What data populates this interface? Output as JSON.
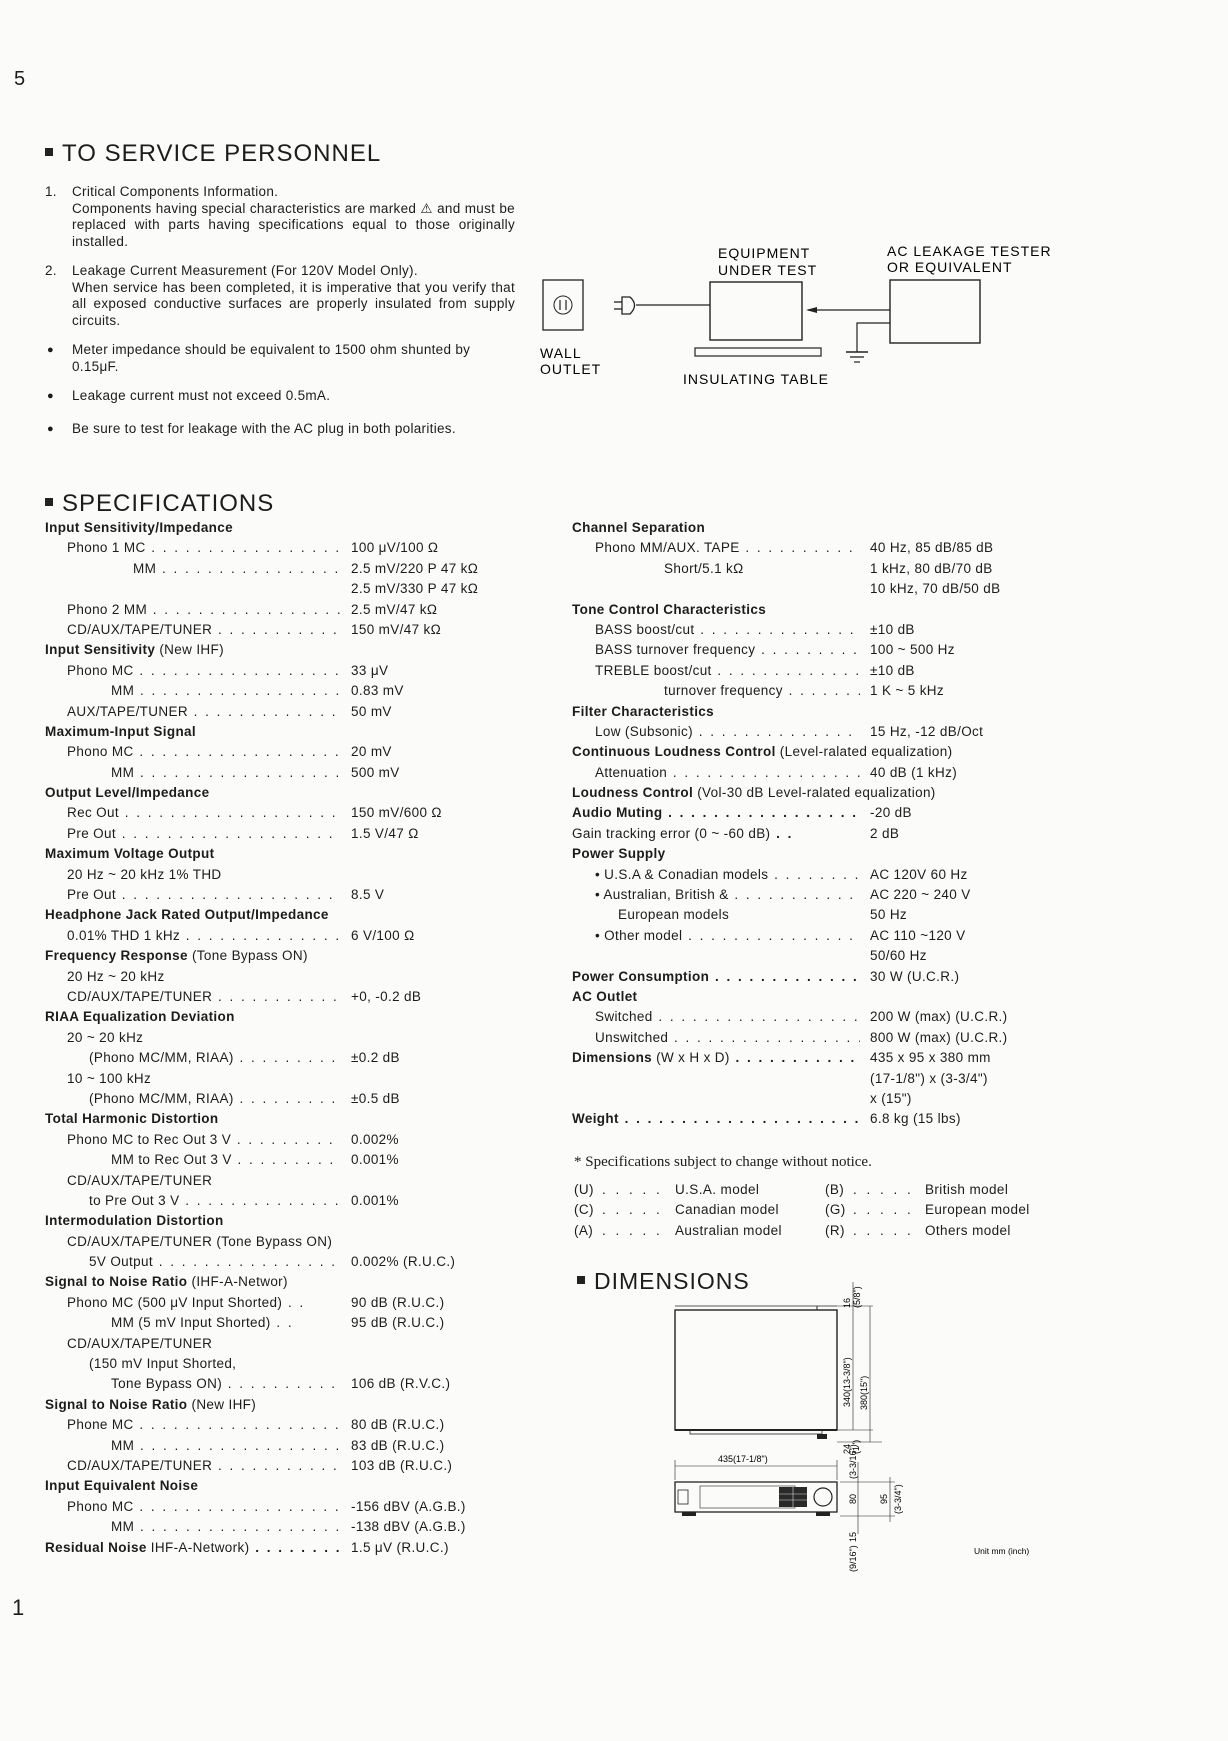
{
  "page_number_top": "5",
  "page_number_bottom": "1",
  "service": {
    "heading": "TO SERVICE PERSONNEL",
    "items": [
      {
        "marker": "1.",
        "text": "Critical Components Information.",
        "text2": "Components having special characteristics are marked ⚠ and must be replaced with parts having specifications equal to those originally installed."
      },
      {
        "marker": "2.",
        "text": "Leakage Current Measurement (For 120V Model Only).",
        "text2": "When service has been completed, it is imperative that you verify that all exposed conductive surfaces are properly insulated from supply circuits."
      },
      {
        "marker": "●",
        "text": "Meter impedance should be equivalent to 1500 ohm shunted by 0.15μF.",
        "text2": ""
      },
      {
        "marker": "●",
        "text": "Leakage current must not exceed 0.5mA.",
        "text2": ""
      },
      {
        "marker": "●",
        "text": "Be sure to test for leakage with the AC plug in both polarities.",
        "text2": ""
      }
    ]
  },
  "leak_diagram": {
    "equipment_line1": "EQUIPMENT",
    "equipment_line2": "UNDER TEST",
    "tester_line1": "AC LEAKAGE TESTER",
    "tester_line2": "OR EQUIVALENT",
    "wall_line1": "WALL",
    "wall_line2": "OUTLET",
    "table_label": "INSULATING TABLE"
  },
  "specs": {
    "heading": "SPECIFICATIONS",
    "left": [
      {
        "h": "Input Sensitivity/Impedance"
      },
      {
        "i": 1,
        "l": "Phono 1 MC",
        "v": "100 μV/100 Ω"
      },
      {
        "i": 4,
        "l": "MM",
        "v": "2.5 mV/220 P 47 kΩ"
      },
      {
        "i": 0,
        "l": "",
        "v": "2.5 mV/330 P 47 kΩ",
        "nodots": true
      },
      {
        "i": 1,
        "l": "Phono 2 MM",
        "v": "2.5 mV/47 kΩ"
      },
      {
        "i": 1,
        "l": "CD/AUX/TAPE/TUNER",
        "v": "150 mV/47 kΩ"
      },
      {
        "h": "Input Sensitivity",
        "hn": " (New IHF)"
      },
      {
        "i": 1,
        "l": "Phono MC",
        "v": "33 μV"
      },
      {
        "i": 3,
        "l": "MM",
        "v": "0.83 mV"
      },
      {
        "i": 1,
        "l": "AUX/TAPE/TUNER",
        "v": "50 mV"
      },
      {
        "h": "Maximum-Input Signal"
      },
      {
        "i": 1,
        "l": "Phono MC",
        "v": "20 mV"
      },
      {
        "i": 3,
        "l": "MM",
        "v": "500 mV"
      },
      {
        "h": "Output Level/Impedance"
      },
      {
        "i": 1,
        "l": "Rec Out",
        "v": "150 mV/600 Ω"
      },
      {
        "i": 1,
        "l": "Pre Out",
        "v": "1.5 V/47 Ω"
      },
      {
        "h": "Maximum Voltage Output"
      },
      {
        "i": 1,
        "l": "20 Hz ~ 20 kHz 1% THD",
        "v": "",
        "nodots": true
      },
      {
        "i": 1,
        "l": "Pre Out",
        "v": "8.5 V"
      },
      {
        "h": "Headphone Jack Rated Output/Impedance"
      },
      {
        "i": 1,
        "l": "0.01% THD 1 kHz",
        "v": "6 V/100 Ω"
      },
      {
        "h": "Frequency Response",
        "hn": " (Tone Bypass ON)"
      },
      {
        "i": 1,
        "l": "20 Hz ~ 20 kHz",
        "v": "",
        "nodots": true
      },
      {
        "i": 1,
        "l": "CD/AUX/TAPE/TUNER",
        "v": "+0, -0.2 dB"
      },
      {
        "h": "RIAA Equalization Deviation"
      },
      {
        "i": 1,
        "l": "20 ~ 20 kHz",
        "v": "",
        "nodots": true
      },
      {
        "i": 2,
        "l": "(Phono MC/MM, RIAA)",
        "v": "±0.2 dB"
      },
      {
        "i": 1,
        "l": "10 ~ 100 kHz",
        "v": "",
        "nodots": true
      },
      {
        "i": 2,
        "l": "(Phono MC/MM, RIAA)",
        "v": "±0.5 dB"
      },
      {
        "h": "Total Harmonic Distortion"
      },
      {
        "i": 1,
        "l": "Phono MC to Rec Out 3 V",
        "v": "0.002%"
      },
      {
        "i": 3,
        "l": "MM to Rec Out 3 V",
        "v": "0.001%"
      },
      {
        "i": 1,
        "l": "CD/AUX/TAPE/TUNER",
        "v": "",
        "nodots": true
      },
      {
        "i": 2,
        "l": "to Pre Out 3 V",
        "v": "0.001%"
      },
      {
        "h": "Intermodulation Distortion"
      },
      {
        "i": 1,
        "l": "CD/AUX/TAPE/TUNER  (Tone Bypass ON)",
        "v": "",
        "nodots": true
      },
      {
        "i": 2,
        "l": "5V Output",
        "v": "0.002% (R.U.C.)"
      },
      {
        "h": "Signal to Noise Ratio",
        "hn": " (IHF-A-Networ)"
      },
      {
        "i": 1,
        "l": "Phono MC (500 μV Input Shorted)",
        "v": "90 dB (R.U.C.)",
        "shortdots": true
      },
      {
        "i": 3,
        "l": "MM (5 mV Input Shorted)",
        "v": "95 dB (R.U.C.)",
        "shortdots": true
      },
      {
        "i": 1,
        "l": "CD/AUX/TAPE/TUNER",
        "v": "",
        "nodots": true
      },
      {
        "i": 2,
        "l": "(150 mV Input Shorted,",
        "v": "",
        "nodots": true
      },
      {
        "i": 3,
        "l": "Tone Bypass ON)",
        "v": "106 dB (R.V.C.)"
      },
      {
        "h": "Signal to Noise Ratio",
        "hn": " (New IHF)"
      },
      {
        "i": 1,
        "l": "Phone MC",
        "v": "80 dB (R.U.C.)"
      },
      {
        "i": 3,
        "l": "MM",
        "v": "83 dB (R.U.C.)"
      },
      {
        "i": 1,
        "l": "CD/AUX/TAPE/TUNER",
        "v": "103 dB (R.U.C.)"
      },
      {
        "h": "Input Equivalent Noise"
      },
      {
        "i": 1,
        "l": "Phono MC",
        "v": "-156 dBV (A.G.B.)"
      },
      {
        "i": 3,
        "l": "MM",
        "v": "-138 dBV (A.G.B.)"
      },
      {
        "h": "Residual Noise",
        "hn": " IHF-A-Network)",
        "v": "1.5 μV (R.U.C.)"
      }
    ],
    "right": [
      {
        "h": "Channel Separation",
        "hn": ""
      },
      {
        "i": 1,
        "l": "Phono MM/AUX. TAPE",
        "v": "40 Hz, 85 dB/85 dB"
      },
      {
        "i": 4,
        "l": "Short/5.1 kΩ",
        "v": "1 kHz, 80 dB/70 dB",
        "nodots": true
      },
      {
        "i": 0,
        "l": "",
        "v": "10 kHz, 70 dB/50 dB",
        "nodots": true
      },
      {
        "h": "Tone Control Characteristics"
      },
      {
        "i": 1,
        "l": "BASS boost/cut",
        "v": "±10 dB"
      },
      {
        "i": 1,
        "l": "BASS turnover frequency",
        "v": "100 ~ 500 Hz"
      },
      {
        "i": 1,
        "l": "TREBLE boost/cut",
        "v": "±10 dB"
      },
      {
        "i": 4,
        "l": "turnover frequency",
        "v": "1 K ~ 5 kHz"
      },
      {
        "h": "Filter Characteristics"
      },
      {
        "i": 1,
        "l": "Low (Subsonic)",
        "v": "15 Hz, -12 dB/Oct"
      },
      {
        "h": "Continuous Loudness Control",
        "hn": " (Level-ralated equalization)"
      },
      {
        "i": 1,
        "l": "Attenuation",
        "v": "40 dB (1 kHz)"
      },
      {
        "h": "Loudness Control",
        "hn": " (Vol-30 dB Level-ralated equalization)"
      },
      {
        "h": "Audio Muting",
        "v": "-20 dB"
      },
      {
        "h": "",
        "hn": "Gain tracking error (0 ~ -60 dB)",
        "v": "2 dB",
        "shortdots": true
      },
      {
        "h": "Power Supply"
      },
      {
        "i": 1,
        "l": "• U.S.A & Conadian models",
        "v": "AC 120V 60 Hz"
      },
      {
        "i": 1,
        "l": "• Australian, British &",
        "v": "AC 220 ~ 240 V"
      },
      {
        "i": 2,
        "l": "European models",
        "v": "50 Hz",
        "nodots": true
      },
      {
        "i": 1,
        "l": "• Other model",
        "v": "AC 110 ~120 V"
      },
      {
        "i": 0,
        "l": "",
        "v": "50/60 Hz",
        "nodots": true
      },
      {
        "h": "Power Consumption",
        "v": "30 W (U.C.R.)"
      },
      {
        "h": "AC Outlet"
      },
      {
        "i": 1,
        "l": "Switched",
        "v": "200 W (max) (U.C.R.)"
      },
      {
        "i": 1,
        "l": "Unswitched",
        "v": "800 W (max) (U.C.R.)"
      },
      {
        "h": "Dimensions",
        "hn": " (W x H x D)",
        "v": "435 x 95 x 380 mm"
      },
      {
        "i": 0,
        "l": "",
        "v": "(17-1/8\") x (3-3/4\")",
        "nodots": true
      },
      {
        "i": 0,
        "l": "",
        "v": "x (15\")",
        "nodots": true
      },
      {
        "h": "Weight",
        "v": "6.8 kg (15 lbs)"
      }
    ],
    "note": "* Specifications subject to change without notice.",
    "models": [
      {
        "c1": "(U)",
        "m1": "U.S.A. model",
        "c2": "(B)",
        "m2": "British model"
      },
      {
        "c1": "(C)",
        "m1": "Canadian model",
        "c2": "(G)",
        "m2": "European model"
      },
      {
        "c1": "(A)",
        "m1": "Australian model",
        "c2": "(R)",
        "m2": "Others model"
      }
    ]
  },
  "dimensions": {
    "heading": "DIMENSIONS",
    "d_top": "16",
    "d_top_in": "(5/8\")",
    "d_depth": "340(13-3/8\")",
    "d_total": "380(15\")",
    "d_foot": "24",
    "d_foot_in": "(1\")",
    "d_width": "435(17-1/8\")",
    "d_side": "(3-3/16\")",
    "d_h1": "80",
    "d_h2": "95",
    "d_h2_in": "(3-3/4\")",
    "d_bottom": "15",
    "d_bottom_in": "(9/16\")",
    "unit": "Unit  mm (inch)"
  }
}
